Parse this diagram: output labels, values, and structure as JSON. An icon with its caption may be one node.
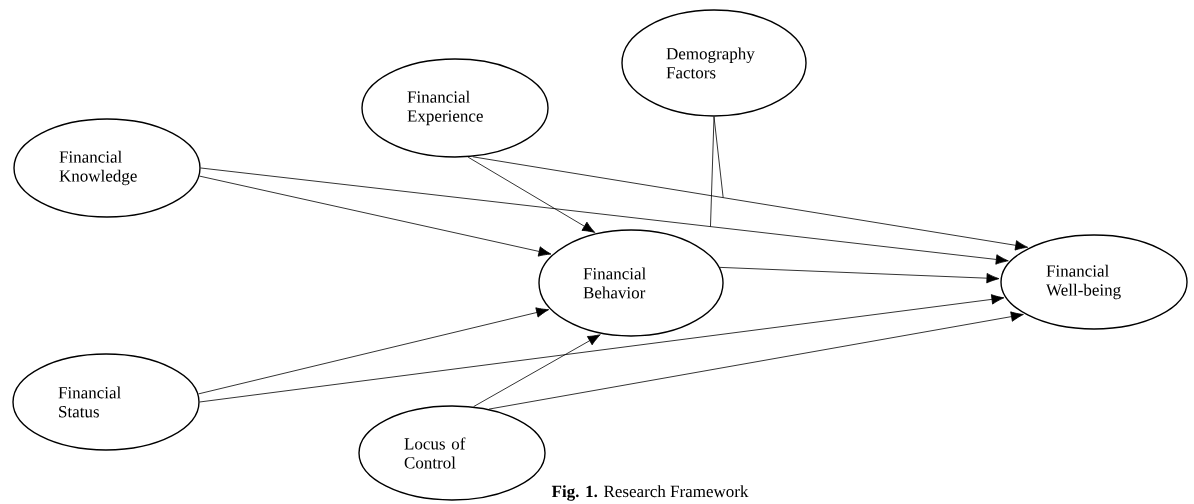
{
  "diagram": {
    "caption": "**Fig. 1.** Research Framework",
    "nodes": [
      {
        "text": [
          "Financial Experience"
        ]
      },
      {
        "text": [
          "Demography Factors"
        ]
      },
      {
        "text": [
          "Financial Knowledge"
        ]
      },
      {
        "text": [
          "Financial Behavior"
        ]
      },
      {
        "text": [
          "Financial Well-being"
        ]
      },
      {
        "text": [
          "Financial Status"
        ]
      },
      {
        "text": [
          "Locus of Control"
        ]
      }
    ],
    "edges": [
      {
        "from": 2,
        "to": 3,
        "arrow": "to"
      },
      {
        "from": 2,
        "to": 4,
        "arrow": "to"
      },
      {
        "from": 0,
        "to": 3,
        "arrow": "to"
      },
      {
        "from": 0,
        "to": 4,
        "arrow": "to"
      },
      {
        "from": 5,
        "to": 3,
        "arrow": "to"
      },
      {
        "from": 5,
        "to": 4,
        "arrow": "to"
      },
      {
        "from": 6,
        "to": 3,
        "arrow": "to"
      },
      {
        "from": 6,
        "to": 4,
        "arrow": "to"
      },
      {
        "from": 3,
        "to": 4,
        "arrow": "to"
      },
      {
        "from": 1,
        "to": null,
        "arrow": "none"
      },
      {
        "from": 1,
        "to": null,
        "arrow": "none"
      }
    ]
  }
}
